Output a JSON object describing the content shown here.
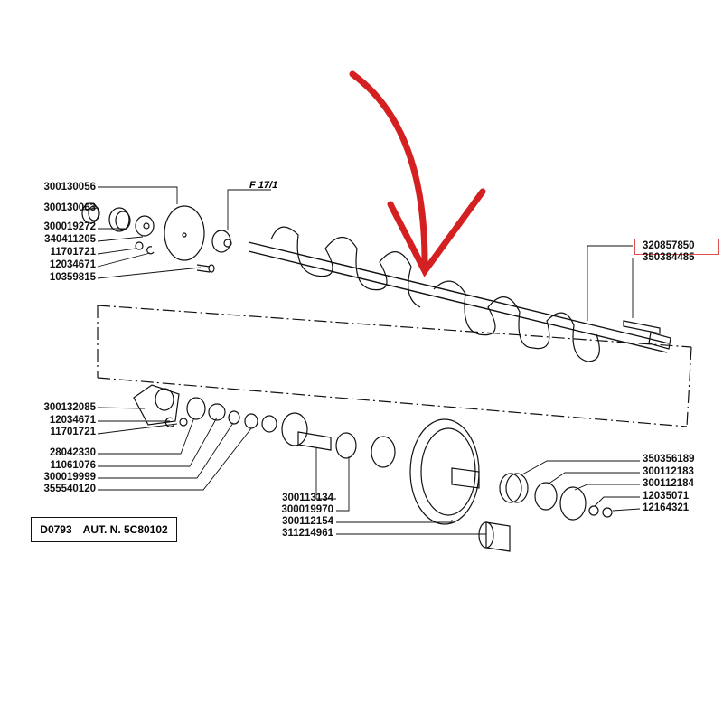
{
  "figure_ref": "F 17/1",
  "highlighted_part": "320857850",
  "highlight_color": "#e05050",
  "arrow_color": "#d42020",
  "reference_box": {
    "drawing": "D0793",
    "authorization": "AUT. N. 5C80102"
  },
  "groups": {
    "top_left": [
      "300130056",
      "300130063",
      "300019272",
      "340411205",
      "11701721",
      "12034671",
      "10359815"
    ],
    "top_right": [
      "320857850",
      "350384485"
    ],
    "mid_left": [
      "300132085",
      "12034671",
      "11701721",
      "28042330",
      "11061076",
      "300019999",
      "355540120"
    ],
    "center": [
      "300113134",
      "300019970",
      "300112154",
      "311214961"
    ],
    "bottom_right": [
      "350356189",
      "300112183",
      "300112184",
      "12035071",
      "12164321"
    ]
  }
}
